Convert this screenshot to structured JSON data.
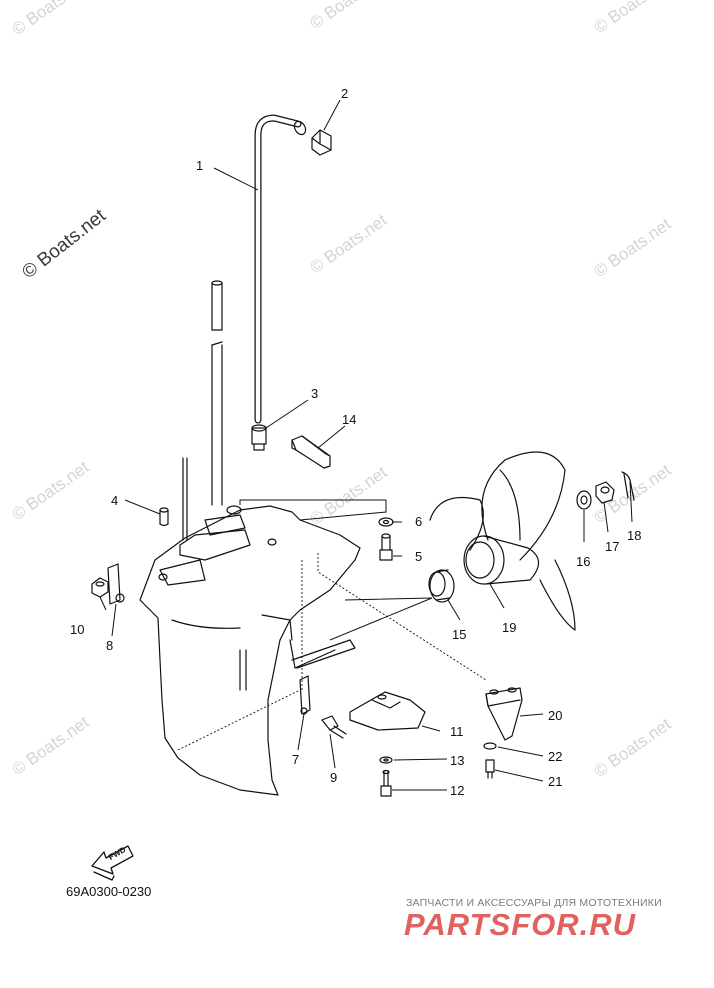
{
  "watermark_text": "© Boats.net",
  "callouts": [
    "1",
    "2",
    "3",
    "4",
    "5",
    "6",
    "7",
    "8",
    "9",
    "10",
    "11",
    "12",
    "13",
    "14",
    "15",
    "16",
    "17",
    "18",
    "19",
    "20",
    "21",
    "22"
  ],
  "fwd_label": "FWD",
  "diagram_code": "69A0300-0230",
  "shop": {
    "tagline": "ЗАПЧАСТИ И АКСЕССУАРЫ ДЛЯ МОТОТЕХНИКИ",
    "logo_text": "PARTSFOR.RU",
    "logo_color": "#e0615e"
  }
}
